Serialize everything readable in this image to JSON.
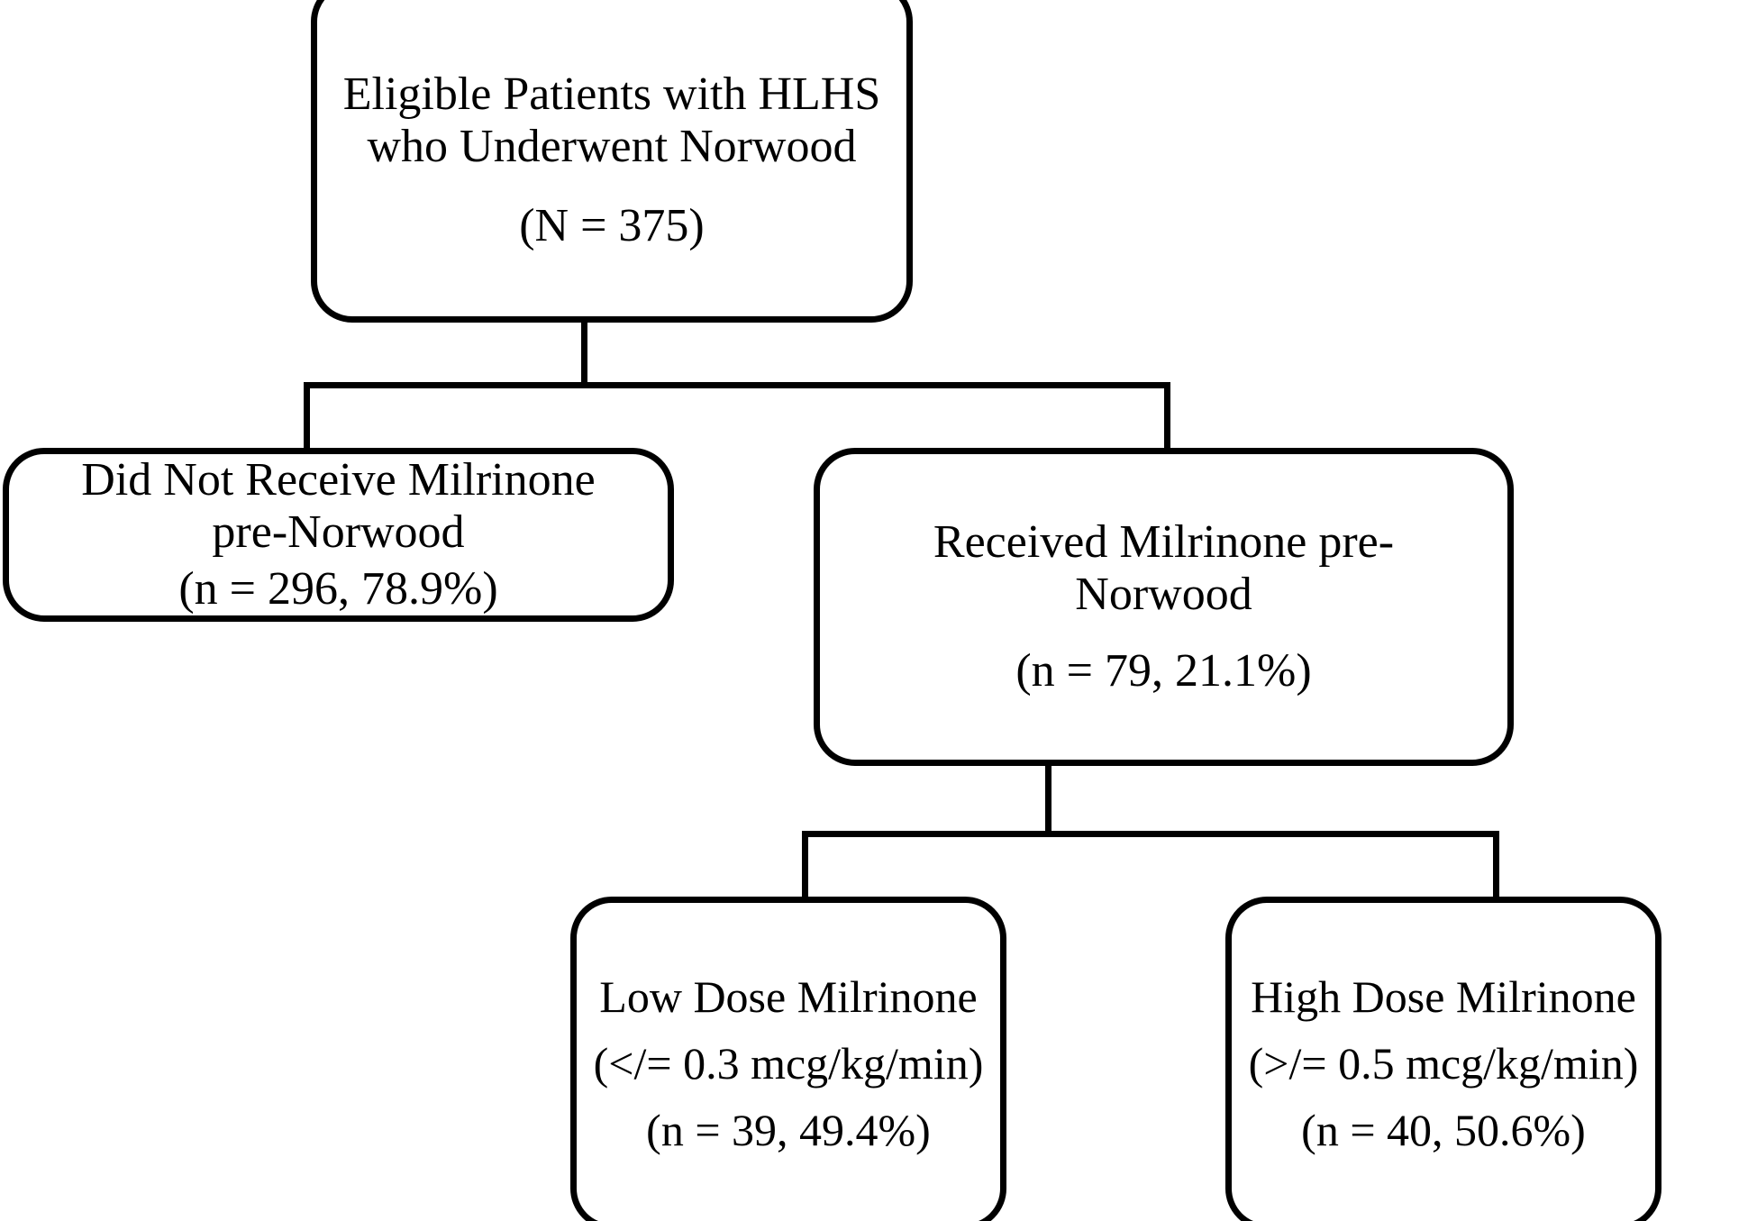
{
  "diagram": {
    "title": "Eligible Patients with HLHS who Underwent Norwood flow diagram",
    "type": "flowchart",
    "colors": {
      "stroke": "#000000",
      "fill": "#ffffff",
      "text": "#000000"
    },
    "nodes": {
      "root": {
        "id": "root",
        "level": 1,
        "line1": "Eligible Patients with HLHS",
        "line2": "who Underwent Norwood",
        "count_line": "(N = 375)",
        "n": 375
      },
      "no_milrinone": {
        "id": "no-milrinone",
        "level": 2,
        "line1": "Did Not Receive Milrinone",
        "line2": "pre-Norwood",
        "count_line": "(n = 296, 78.9%)",
        "n": 296,
        "percent": 78.9
      },
      "received_milrinone": {
        "id": "received-milrinone",
        "level": 2,
        "line1": "Received Milrinone pre-",
        "line2": "Norwood",
        "count_line": "(n = 79, 21.1%)",
        "n": 79,
        "percent": 21.1
      },
      "low_dose": {
        "id": "low-dose",
        "level": 3,
        "line1": "Low Dose Milrinone",
        "line2": "(</= 0.3 mcg/kg/min)",
        "count_line": "(n = 39, 49.4%)",
        "n": 39,
        "percent": 49.4
      },
      "high_dose": {
        "id": "high-dose",
        "level": 3,
        "line1": "High Dose Milrinone",
        "line2": "(>/= 0.5 mcg/kg/min)",
        "count_line": "(n = 40, 50.6%)",
        "n": 40,
        "percent": 50.6
      }
    },
    "edges": [
      {
        "from": "root",
        "to": "no_milrinone"
      },
      {
        "from": "root",
        "to": "received_milrinone"
      },
      {
        "from": "received_milrinone",
        "to": "low_dose"
      },
      {
        "from": "received_milrinone",
        "to": "high_dose"
      }
    ]
  }
}
